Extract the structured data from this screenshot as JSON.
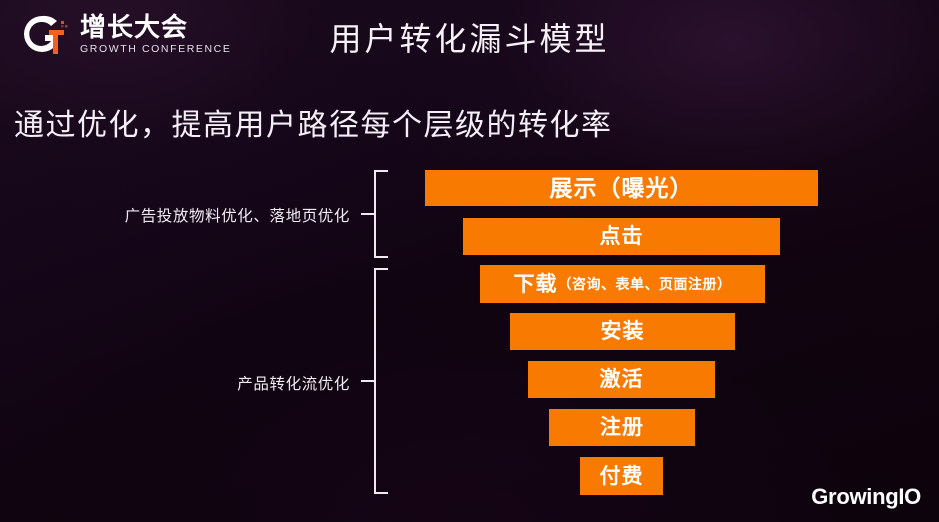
{
  "brand": {
    "logo_icon": "growth-g-plus-logo",
    "name_cn": "增长大会",
    "name_en": "GROWTH CONFERENCE",
    "watermark": "GrowingIO"
  },
  "header": {
    "title": "用户转化漏斗模型"
  },
  "subtitle": {
    "text": "通过优化，提高用户路径每个层级的转化率"
  },
  "colors": {
    "accent_orange": "#f97a00",
    "background_dark": "#110410",
    "text_light": "#f4eff6"
  },
  "funnel": {
    "stages": [
      {
        "label": "展示（曝光）",
        "note": ""
      },
      {
        "label": "点击",
        "note": ""
      },
      {
        "label": "下载",
        "note": "（咨询、表单、页面注册）"
      },
      {
        "label": "安装",
        "note": ""
      },
      {
        "label": "激活",
        "note": ""
      },
      {
        "label": "注册",
        "note": ""
      },
      {
        "label": "付费",
        "note": ""
      }
    ]
  },
  "groups": [
    {
      "label": "广告投放物料优化、落地页优化"
    },
    {
      "label": "产品转化流优化"
    }
  ]
}
